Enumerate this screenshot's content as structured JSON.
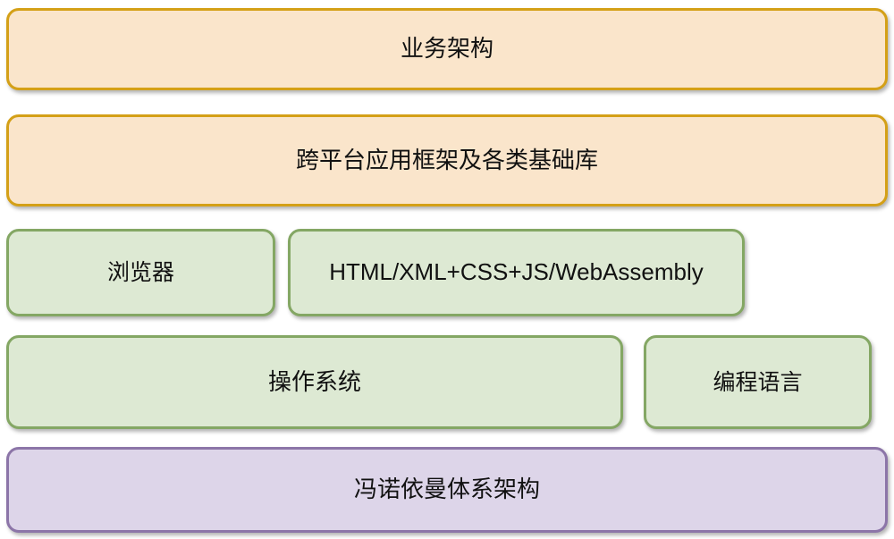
{
  "diagram": {
    "type": "layered-stack",
    "background_color": "#ffffff",
    "palette": {
      "orange_fill": "#fae5cb",
      "orange_border": "#d4a017",
      "green_fill": "#dde9d3",
      "green_border": "#84a764",
      "purple_fill": "#ddd5e9",
      "purple_border": "#8c75a8",
      "text_color": "#111111"
    },
    "layers": [
      {
        "id": "business",
        "theme": "orange",
        "nodes": [
          {
            "id": "business-architecture",
            "label": "业务架构"
          }
        ]
      },
      {
        "id": "framework",
        "theme": "orange",
        "nodes": [
          {
            "id": "cross-platform-framework",
            "label": "跨平台应用框架及各类基础库"
          }
        ]
      },
      {
        "id": "browser-web",
        "theme": "green",
        "nodes": [
          {
            "id": "browser",
            "label": "浏览器"
          },
          {
            "id": "web-stack",
            "label": "HTML/XML+CSS+JS/WebAssembly"
          }
        ]
      },
      {
        "id": "os-language",
        "theme": "green",
        "nodes": [
          {
            "id": "operating-system",
            "label": "操作系统"
          },
          {
            "id": "programming-language",
            "label": "编程语言"
          }
        ]
      },
      {
        "id": "hardware",
        "theme": "purple",
        "nodes": [
          {
            "id": "von-neumann-architecture",
            "label": "冯诺依曼体系架构"
          }
        ]
      }
    ]
  }
}
